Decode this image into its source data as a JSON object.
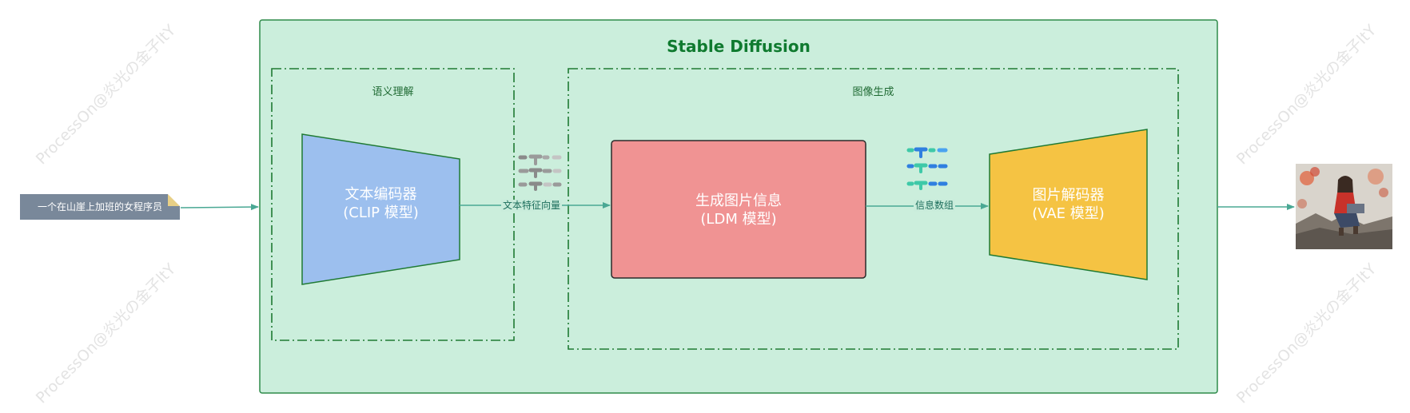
{
  "title": "Stable Diffusion",
  "input_note": "一个在山崖上加班的女程序员",
  "groups": {
    "semantic": "语义理解",
    "image_gen": "图像生成"
  },
  "nodes": {
    "text_encoder": {
      "line1": "文本编码器",
      "line2": "(CLIP 模型)"
    },
    "ldm": {
      "line1": "生成图片信息",
      "line2": "(LDM 模型)"
    },
    "vae": {
      "line1": "图片解码器",
      "line2": "(VAE 模型)"
    }
  },
  "edges": {
    "text_features": "文本特征向量",
    "info_array": "信息数组"
  },
  "watermark": "ProcessOn@炎光の金子ltY",
  "colors": {
    "container_fill": "#cbeedc",
    "container_border": "#2e8b4a",
    "encoder_fill": "#9cbfee",
    "ldm_fill": "#f09393",
    "vae_fill": "#f5c343",
    "arrow": "#4aa894",
    "note_bg": "#79889a"
  },
  "icons": {
    "vector_icon_gray": "token-grid-icon",
    "vector_icon_color": "token-grid-color-icon",
    "output_image": "generated-photo"
  }
}
